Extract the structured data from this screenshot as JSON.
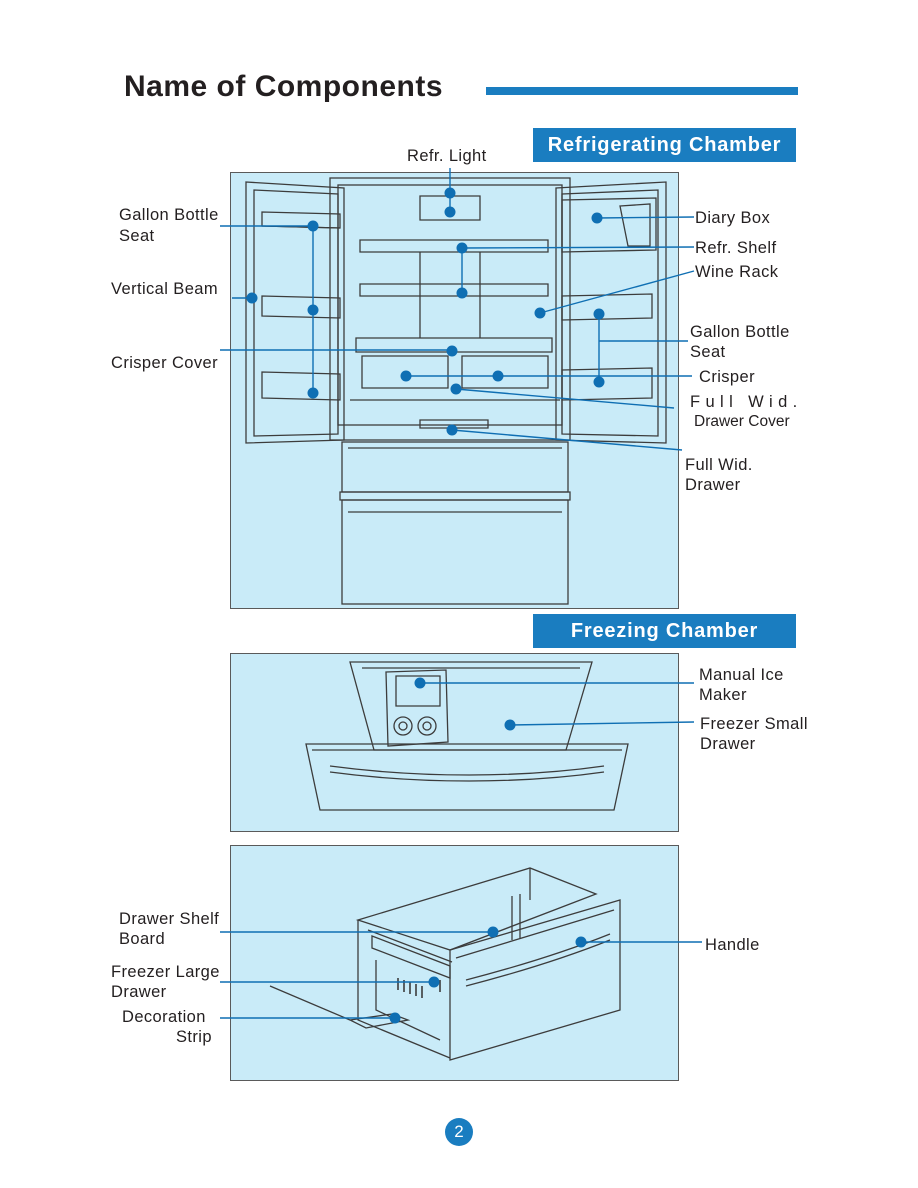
{
  "page": {
    "title": "Name of Components",
    "page_number": "2"
  },
  "sections": {
    "refrigerating": "Refrigerating Chamber",
    "freezing": "Freezing Chamber"
  },
  "labels": {
    "refr_light": "Refr. Light",
    "gallon_bottle_seat_left_1": "Gallon Bottle",
    "gallon_bottle_seat_left_2": "Seat",
    "vertical_beam": "Vertical Beam",
    "crisper_cover": "Crisper Cover",
    "diary_box": "Diary Box",
    "refr_shelf": "Refr. Shelf",
    "wine_rack": "Wine Rack",
    "gallon_bottle_seat_right_1": "Gallon Bottle",
    "gallon_bottle_seat_right_2": "Seat",
    "crisper": "Crisper",
    "full_wid_drawer_cover_1": "F u l l   W i d .",
    "full_wid_drawer_cover_2": "Drawer Cover",
    "full_wid_drawer_1": "Full Wid.",
    "full_wid_drawer_2": "Drawer",
    "manual_ice_maker_1": "Manual Ice",
    "manual_ice_maker_2": "Maker",
    "freezer_small_drawer_1": "Freezer Small",
    "freezer_small_drawer_2": "Drawer",
    "drawer_shelf_board_1": "Drawer Shelf",
    "drawer_shelf_board_2": "Board",
    "freezer_large_drawer_1": "Freezer Large",
    "freezer_large_drawer_2": "Drawer",
    "decoration_strip_1": "Decoration",
    "decoration_strip_2": "Strip",
    "handle": "Handle"
  },
  "colors": {
    "accent": "#1a7dc0",
    "panel_bg": "#c9ebf8",
    "dot": "#0f6fb3",
    "line_art": "#3c3c3c"
  }
}
